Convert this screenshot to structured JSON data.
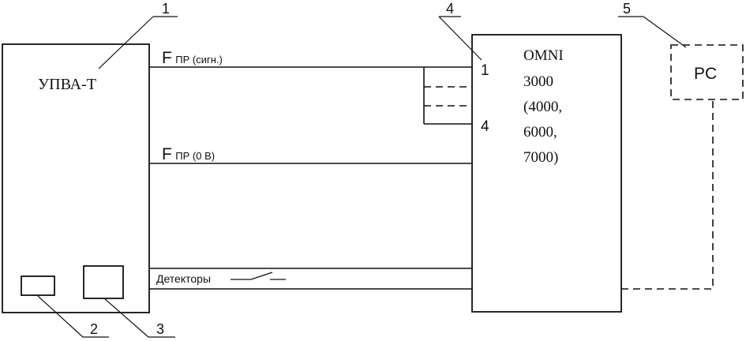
{
  "callouts": [
    "1",
    "2",
    "3",
    "4",
    "5"
  ],
  "upva": {
    "label": "УПВА-Т"
  },
  "omni": {
    "lines": [
      "OMNI",
      "3000",
      "(4000,",
      "6000,",
      "7000)"
    ],
    "port_top": "1",
    "port_bottom": "4"
  },
  "pc": {
    "label": "PC"
  },
  "signals": {
    "fpr_signal": {
      "main": "F",
      "sub": "ПР (сигн.)"
    },
    "fpr_zero": {
      "main": "F",
      "sub": "ПР (0 В)"
    },
    "detectors": "Детекторы"
  }
}
